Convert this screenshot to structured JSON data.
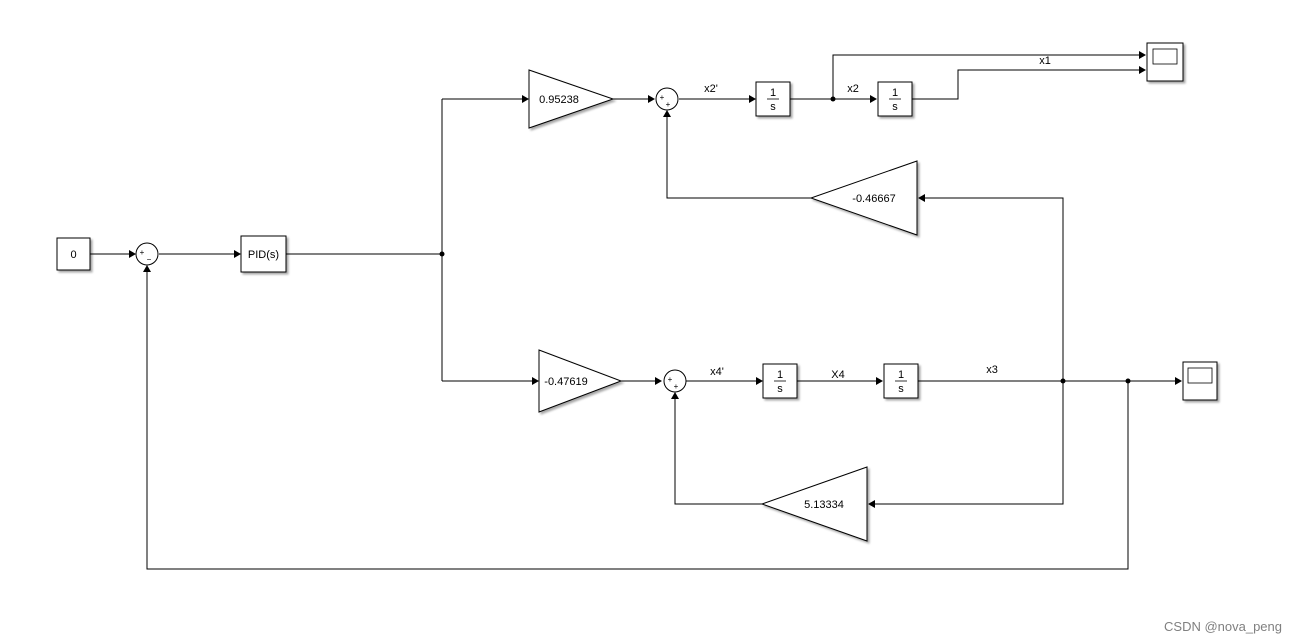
{
  "blocks": {
    "constant": "0",
    "pid": "PID(s)",
    "gain_top": "0.95238",
    "gain_bottom": "-0.47619",
    "feedback_top": "-0.46667",
    "feedback_bottom": "5.13334",
    "integrator_num": "1",
    "integrator_den": "s"
  },
  "sum_signs": {
    "main": [
      "+",
      "−"
    ],
    "top": [
      "+",
      "+"
    ],
    "bottom": [
      "+",
      "+"
    ]
  },
  "signals": {
    "x2_dot": "x2'",
    "x2": "x2",
    "x1": "x1",
    "x4_dot": "x4'",
    "x4": "X4",
    "x3": "x3"
  },
  "watermark": "CSDN @nova_peng"
}
